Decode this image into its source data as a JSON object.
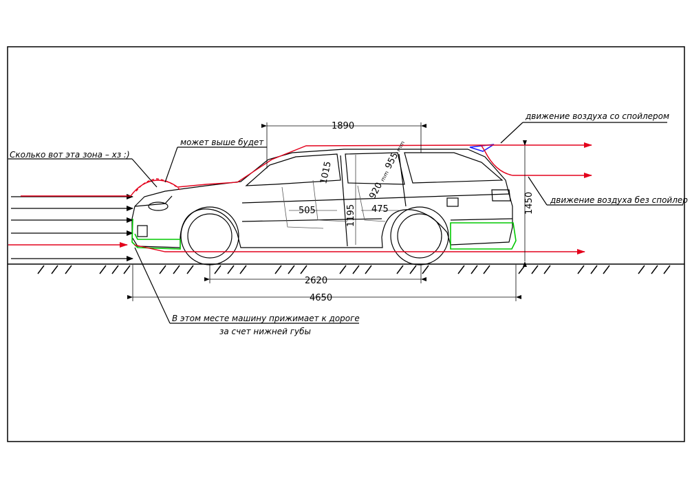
{
  "annotations": {
    "zone_question": "Сколько вот эта зона – хз :)",
    "may_be_higher": "может выше будет",
    "air_with_spoiler": "движение воздуха со спойлером",
    "air_without_spoiler": "движение воздуха без спойлер",
    "pressed_line1": "В этом месте машину прижимает к дороге",
    "pressed_line2": "за счет нижней губы"
  },
  "dimensions": {
    "roof_length": "1890",
    "front_height": "1015",
    "rear_heights": "920 ₘₘ 955 ₘₘ",
    "seat_front": "505",
    "seat_rear": "475",
    "interior_height": "1195",
    "height": "1450",
    "wheelbase": "2620",
    "length": "4650"
  },
  "colors": {
    "airflow_red": "#e3001b",
    "outline_black": "#000000",
    "lip_green": "#00c800",
    "spoiler_blue": "#1a1aff"
  }
}
